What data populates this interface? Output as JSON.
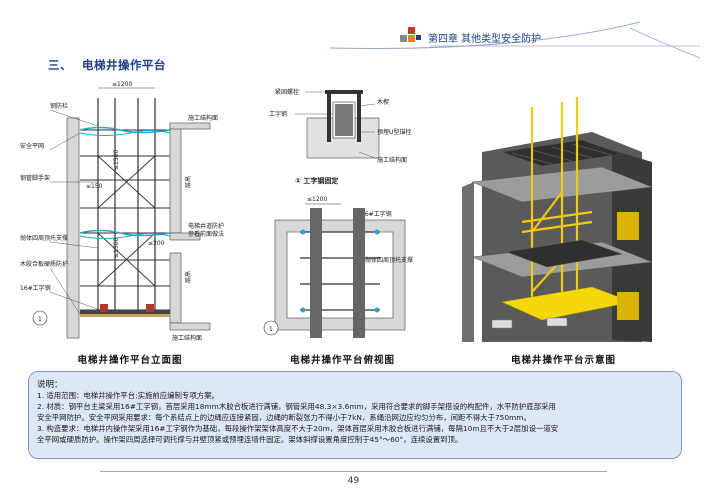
{
  "header": {
    "chapter_title": "第四章  其他类型安全防护",
    "logo_colors": [
      "#c0392b",
      "#e67e22",
      "#7f8c8d",
      "#1d3f8a"
    ]
  },
  "section": {
    "number": "三、",
    "title": "电梯井操作平台"
  },
  "figure_elevation": {
    "caption": "电梯井操作平台立面图",
    "labels": {
      "steel_pipe_rail": "钢防栏",
      "safety_net": "安全平网",
      "scaffold_pipe": "钢管脚手架",
      "diagonal_support": "抛体四周顶托支撑",
      "plank_protection": "木胶合板硬质防护",
      "i_beam": "16#工字钢",
      "construction_structure": "施工结构面",
      "shaft_door_protection": "电梯井道防护",
      "see_door_method": "参看前面做法",
      "floor_marker": "层高",
      "dim_1200": "≤1200",
      "dim_150": "≤150",
      "dim_1500": "≤1500",
      "dim_300": "≤300",
      "callout": "1"
    }
  },
  "figure_plan": {
    "caption": "电梯井操作平台俯视图",
    "detail_caption": "① 工字钢固定",
    "labels": {
      "tight_bolt": "紧固螺栓",
      "i_beam": "工字钢",
      "wood_wedge": "木楔",
      "embedded_anchor": "预埋U型锚栓",
      "construction_structure": "施工结构面",
      "dim_1200": "≤1200",
      "i_beam_16": "16#工字钢",
      "diagonal_support": "抛体四周顶托支撑",
      "callout": "1"
    }
  },
  "figure_3d": {
    "caption": "电梯井操作平台示意图"
  },
  "notes": {
    "title": "说明：",
    "lines": [
      "1. 适用范围：电梯井操作平台;实施前应编制专项方案。",
      "2. 材质：钢平台主梁采用16#工字钢，首层采用18mm木胶合板进行满铺，钢管采用48.3×3.6mm，采用符合要求的脚手架搭设的构配件，水平防护底部采用",
      "   安全平网防护。安全平网采用要求：每个系结点上的边绳应连接紧固，边绳的断裂张力不得小于7kN，系绳沿网边应均匀分布，间距不得大于750mm。",
      "3. 构造要求：电梯井内操作架采用16#工字钢作为基础，每段操作架架体高度不大于20m，架体首层采用木胶合板进行满铺，每隔10m且不大于2层加设一道安",
      "   全平网或硬质防护。操作架四周选择可调托撑与井壁顶紧或预埋连墙件固定。架体斜撑设置角度控制于45°～60°，连续设置到顶。"
    ]
  },
  "page_number": "49"
}
